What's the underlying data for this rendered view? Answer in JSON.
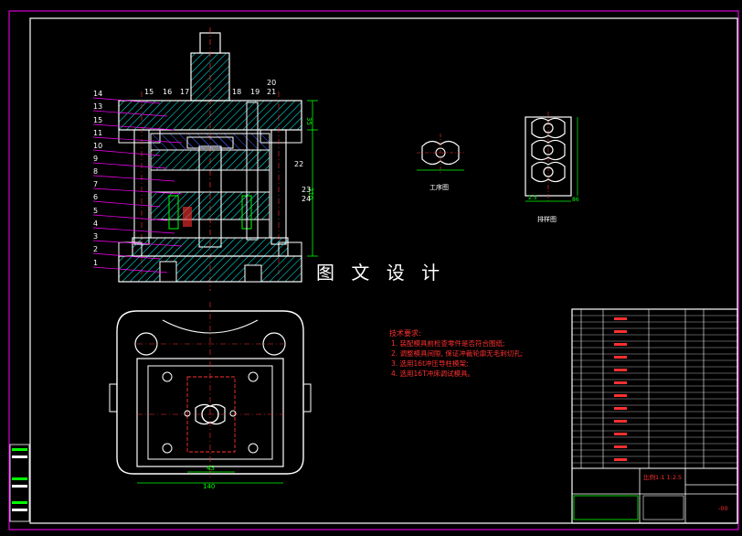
{
  "watermark": "图 文 设 计",
  "labels": {
    "left_leaders": [
      "14",
      "13",
      "15",
      "11",
      "10",
      "9",
      "8",
      "7",
      "6",
      "5",
      "4",
      "3",
      "2",
      "1"
    ],
    "top_leaders": [
      "15",
      "16",
      "17",
      "18",
      "19",
      "20",
      "21"
    ],
    "right_leaders": [
      "22",
      "23",
      "24"
    ],
    "dim_top_block": "35",
    "dim_right_height": "210",
    "dim_bottom_width": "140",
    "dim_bottom_inner": "45",
    "part_view": "工序图",
    "strip_view": "排样图",
    "strip_dim_a": "2.5",
    "strip_dim_b": "86"
  },
  "notes": {
    "title": "技术要求:",
    "lines": [
      "1. 装配模具前检查零件是否符合图纸;",
      "2. 调整模具间隙, 保证冲裁轮廓无毛刺切孔;",
      "3. 选用16t冲压导柱模架;",
      "4. 选用16T冲床调试模具。"
    ]
  },
  "title_block": {
    "scale_text": "比例1:1 1:2.5",
    "sheet_text": "-00"
  },
  "colors": {
    "frame": "#ff00ff",
    "outline": "#ffffff",
    "hatch": "#00ffff",
    "red": "#ff3030",
    "green": "#00ff00",
    "yellow": "#ffff00",
    "blue": "#4060ff"
  }
}
